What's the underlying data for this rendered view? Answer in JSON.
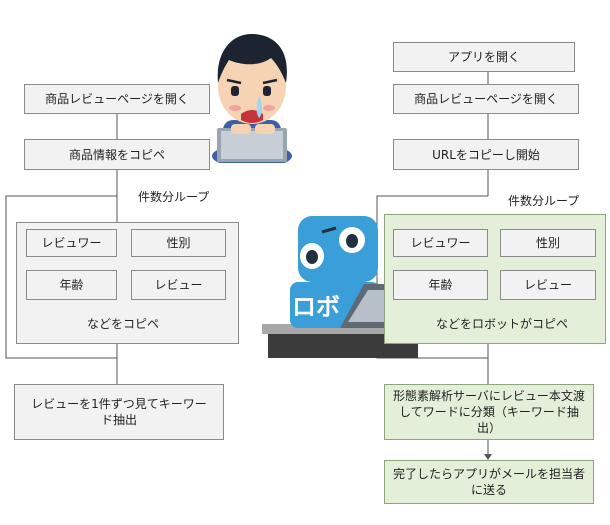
{
  "left": {
    "open_review_page": "商品レビューページを開く",
    "copy_product_info": "商品情報をコピペ",
    "loop_label": "件数分ループ",
    "fields": [
      "レビュワー",
      "性別",
      "年齢",
      "レビュー"
    ],
    "copy_etc": "などをコピペ",
    "extract_keywords": "レビューを1件ずつ見てキーワード抽出"
  },
  "right": {
    "open_app": "アプリを開く",
    "open_review_page": "商品レビューページを開く",
    "copy_url_start": "URLをコピーし開始",
    "loop_label": "件数分ループ",
    "fields": [
      "レビュワー",
      "性別",
      "年齢",
      "レビュー"
    ],
    "robot_copy_etc": "などをロボットがコピペ",
    "morph_analysis": "形態素解析サーバにレビュー本文渡してワードに分類（キーワード抽出）",
    "notify_mail": "完了したらアプリがメールを担当者に送る"
  },
  "robot": {
    "label": "ロボ"
  },
  "colors": {
    "robot_blue": "#3a9fd9",
    "green_fill": "#e3efd9",
    "gray_fill": "#f2f2f2"
  }
}
